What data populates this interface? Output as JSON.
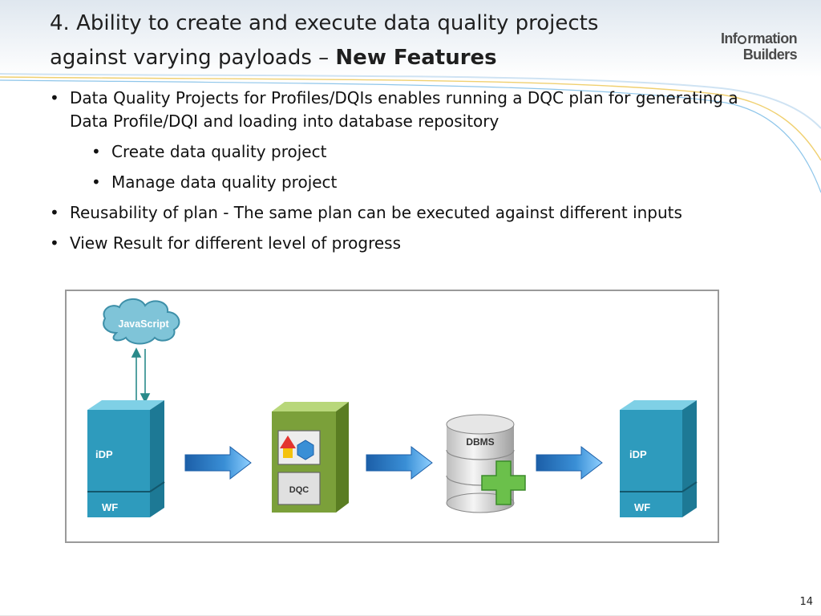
{
  "title": {
    "line1": "4. Ability to create and execute data quality projects",
    "line2_plain": "against varying payloads – ",
    "line2_bold": "New Features"
  },
  "logo": {
    "line1_a": "Inf",
    "line1_b": "rmation",
    "line2": "Builders"
  },
  "bullets": [
    {
      "text": "Data Quality Projects for Profiles/DQIs enables running a DQC plan for generating a Data Profile/DQI and loading into database repository"
    },
    {
      "text": "Create data quality project",
      "level": 2
    },
    {
      "text": "Manage data quality project",
      "level": 2
    },
    {
      "text": "Reusability of plan - The same plan can be executed against different inputs"
    },
    {
      "text": "View Result  for different level of progress"
    }
  ],
  "diagram": {
    "cloud_label": "JavaScript",
    "server_left_top": "iDP",
    "server_left_bottom": "WF",
    "dqc_label": "DQC",
    "db_label": "DBMS",
    "server_right_top": "iDP",
    "server_right_bottom": "WF"
  },
  "colors": {
    "server_blue": "#2e9bbd",
    "dqc_green": "#7ba03a",
    "arrow_blue": "#3a8fd6",
    "plus_green": "#6bc04b"
  },
  "bullet_glyph": "•",
  "page_number": "14"
}
